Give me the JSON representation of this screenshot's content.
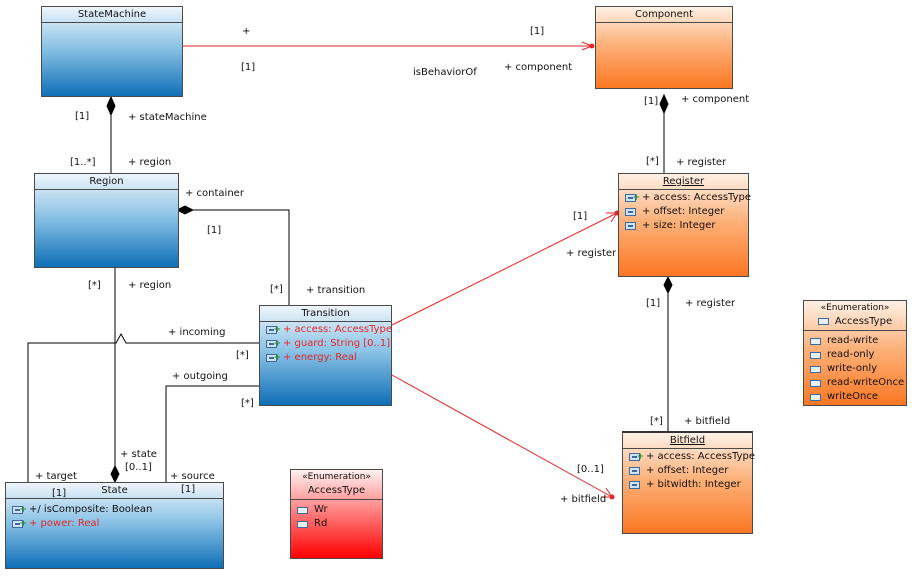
{
  "classes": {
    "state_machine": {
      "name": "StateMachine"
    },
    "component": {
      "name": "Component"
    },
    "region": {
      "name": "Region"
    },
    "register": {
      "name": "Register",
      "attributes": [
        "+ access: AccessType",
        "+ offset: Integer",
        "+ size: Integer"
      ]
    },
    "transition": {
      "name": "Transition",
      "attributes": [
        "+ access: AccessType",
        "+ guard: String [0..1]",
        "+ energy: Real"
      ]
    },
    "state": {
      "name": "State",
      "attributes": [
        "+/ isComposite: Boolean",
        "+ power: Real"
      ]
    },
    "bitfield": {
      "name": "Bitfield",
      "attributes": [
        "+ access: AccessType",
        "+ offset: Integer",
        "+ bitwidth: Integer"
      ]
    }
  },
  "enumerations": {
    "access_type_rw": {
      "stereotype": "«Enumeration»",
      "name": "AccessType",
      "literals": [
        "Wr",
        "Rd"
      ]
    },
    "access_type": {
      "stereotype": "«Enumeration»",
      "name": "AccessType",
      "literals": [
        "read-write",
        "read-only",
        "write-only",
        "read-writeOnce",
        "writeOnce"
      ]
    }
  },
  "labels": {
    "sm_plus": "+",
    "sm_one_top": "[1]",
    "sm_one_bottom": "[1]",
    "is_behavior_of": "isBehaviorOf",
    "plus_component_mid": "+ component",
    "sm_mult": "[1]",
    "plus_state_machine": "+ stateMachine",
    "region_mult": "[1..*]",
    "plus_region_top": "+ region",
    "comp_mult": "[1]",
    "plus_component": "+ component",
    "reg_mult_star": "[*]",
    "plus_register_top": "+ register",
    "plus_container": "+ container",
    "container_mult": "[1]",
    "trans_mult_star": "[*]",
    "plus_transition": "+ transition",
    "region_star": "[*]",
    "plus_region": "+ region",
    "plus_incoming": "+ incoming",
    "incoming_star": "[*]",
    "plus_outgoing": "+ outgoing",
    "outgoing_star": "[*]",
    "register_one": "[1]",
    "plus_register_red": "+ register",
    "reg_bf_one": "[1]",
    "plus_register_bf": "+ register",
    "bf_star": "[*]",
    "plus_bitfield_top": "+ bitfield",
    "bf_01": "[0..1]",
    "plus_bitfield_red": "+ bitfield",
    "plus_state": "+ state",
    "state_01": "[0..1]",
    "plus_target": "+ target",
    "target_one": "[1]",
    "plus_source": "+ source",
    "source_one": "[1]"
  },
  "colors": {
    "class_blue": "#0f6fb7",
    "class_orange": "#fb7722",
    "enum_red": "#ff0000",
    "association_red": "#e32626",
    "association_black": "#000000"
  }
}
